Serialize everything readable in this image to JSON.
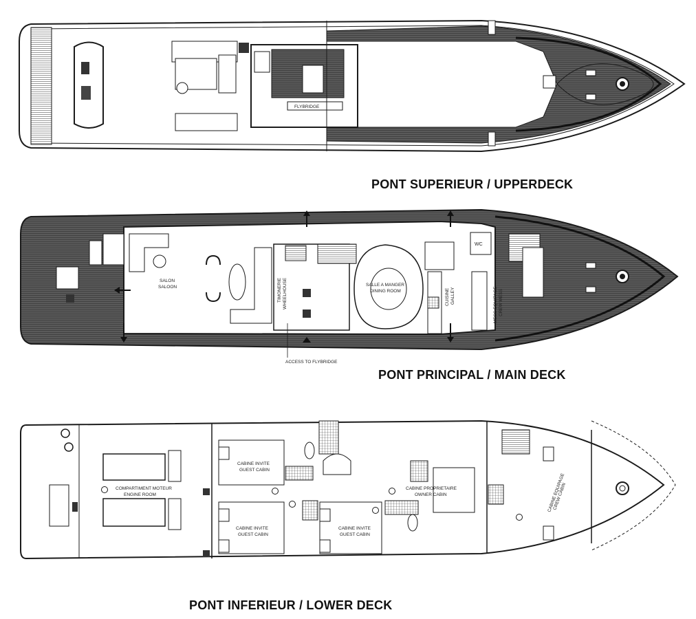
{
  "decks": {
    "upper": {
      "title": "PONT SUPERIEUR / UPPERDECK",
      "labels": {
        "flybridge": "FLYBRIDGE"
      }
    },
    "main": {
      "title": "PONT PRINCIPAL / MAIN DECK",
      "labels": {
        "salon": "SALON",
        "saloon": "SALOON",
        "timonerie": "TIMONERIE",
        "wheelhouse": "WHEELHOUSE",
        "salle_a_manger": "SALLE A MANGER",
        "dining_room": "DINING ROOM",
        "cuisine": "CUISINE",
        "galley": "GALLEY",
        "wc": "WC",
        "mess_equipage": "MESS EQUIPAGE",
        "crew_mess": "CREW MESS",
        "access_flybridge": "ACCESS TO FLYBRIDGE"
      }
    },
    "lower": {
      "title": "PONT INFERIEUR / LOWER DECK",
      "labels": {
        "compartiment_moteur": "COMPARTIMENT MOTEUR",
        "engine_room": "ENGINE ROOM",
        "cabine_invite_1a": "CABINE INVITE",
        "cabine_invite_1b": "GUEST CABIN",
        "cabine_invite_2a": "CABINE INVITE",
        "cabine_invite_2b": "GUEST CABIN",
        "cabine_invite_3a": "CABINE INVITE",
        "cabine_invite_3b": "GUEST CABIN",
        "cabine_proprietaire": "CABINE PROPRIETAIRE",
        "owner_cabin": "OWNER CABIN",
        "cabine_equipage": "CABINE EQUIPAGE",
        "crew_cabin": "CREW CABIN"
      }
    }
  },
  "colors": {
    "ink": "#1a1a1a",
    "teak": "#4a4a4a",
    "teak_line": "#6a6a6a",
    "paper": "#ffffff"
  },
  "icons": [
    "life-ring-icon",
    "bollard-icon",
    "fire-extinguisher-icon",
    "stair-icon",
    "arrow-icon",
    "anchor-icon"
  ]
}
